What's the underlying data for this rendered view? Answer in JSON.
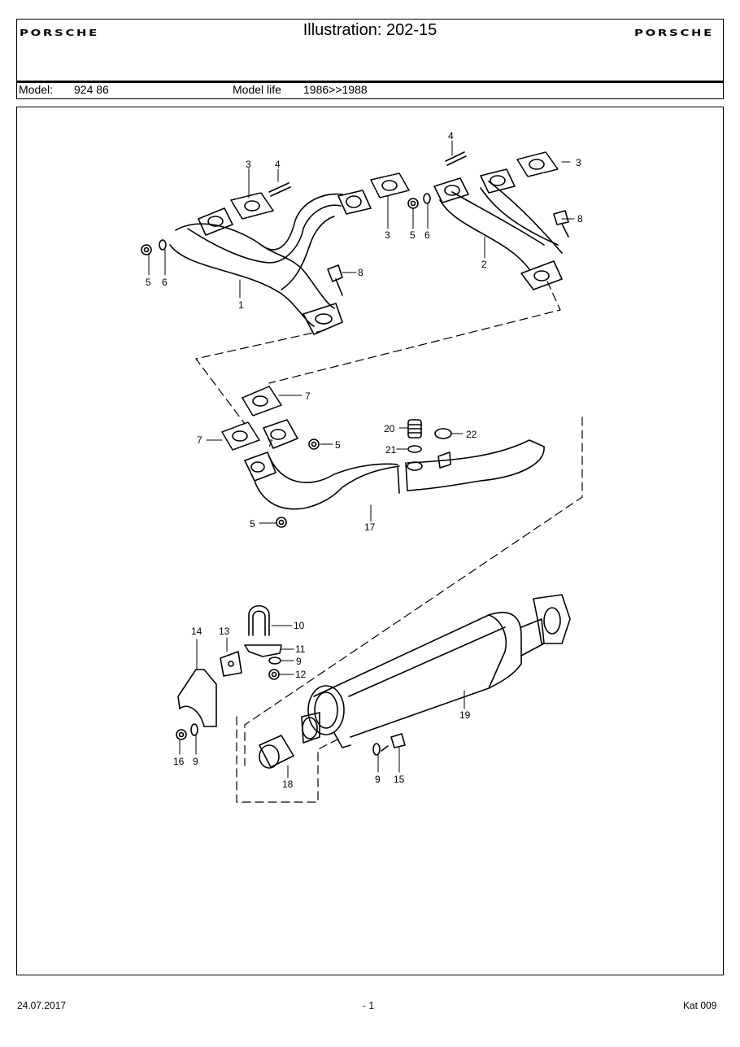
{
  "header": {
    "logo_left": "PORSCHE",
    "title": "Illustration: 202-15",
    "logo_right": "PORSCHE",
    "model_label": "Model:",
    "model_value": "924 86",
    "model_life_label": "Model life",
    "model_life_value": "1986>>1988"
  },
  "diagram": {
    "callouts": [
      "1",
      "2",
      "3",
      "3",
      "3",
      "4",
      "4",
      "5",
      "5",
      "5",
      "5",
      "6",
      "6",
      "7",
      "7",
      "7",
      "8",
      "8",
      "9",
      "9",
      "9",
      "10",
      "11",
      "12",
      "13",
      "14",
      "15",
      "16",
      "17",
      "18",
      "19",
      "20",
      "21",
      "22"
    ]
  },
  "footer": {
    "date": "24.07.2017",
    "page": "- 1",
    "catalog": "Kat 009"
  }
}
